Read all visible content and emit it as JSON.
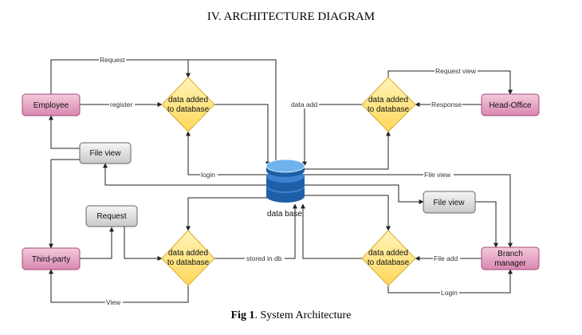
{
  "heading": "IV.  ARCHITECTURE DIAGRAM",
  "caption": {
    "bold": "Fig 1",
    "rest": ". System Architecture"
  },
  "nodes": {
    "employee": "Employee",
    "third_party": "Third-party",
    "head_office": "Head-Office",
    "branch_manager": [
      "Branch",
      "manager"
    ],
    "file_view_1": "File view",
    "file_view_2": "File view",
    "request_box": "Request",
    "database": "data base",
    "diamond_text": [
      "data added",
      "to database"
    ]
  },
  "edges": {
    "request": "Request",
    "register": "register",
    "login1": "login",
    "view": "View",
    "stored_in_db": "stored in db",
    "data_add": "data add",
    "request_view": "Request view",
    "response": "Response",
    "file_view": "File view",
    "file_add": "File add",
    "login2": "Login"
  },
  "colors": {
    "actor_fill": "#e6a6c5",
    "actor_stroke": "#a34b78",
    "gray_fill": "#dcdcdc",
    "diamond_fill": "#ffe58a",
    "diamond_stroke": "#d6ad2e",
    "db_blue": "#1f5fa8"
  }
}
